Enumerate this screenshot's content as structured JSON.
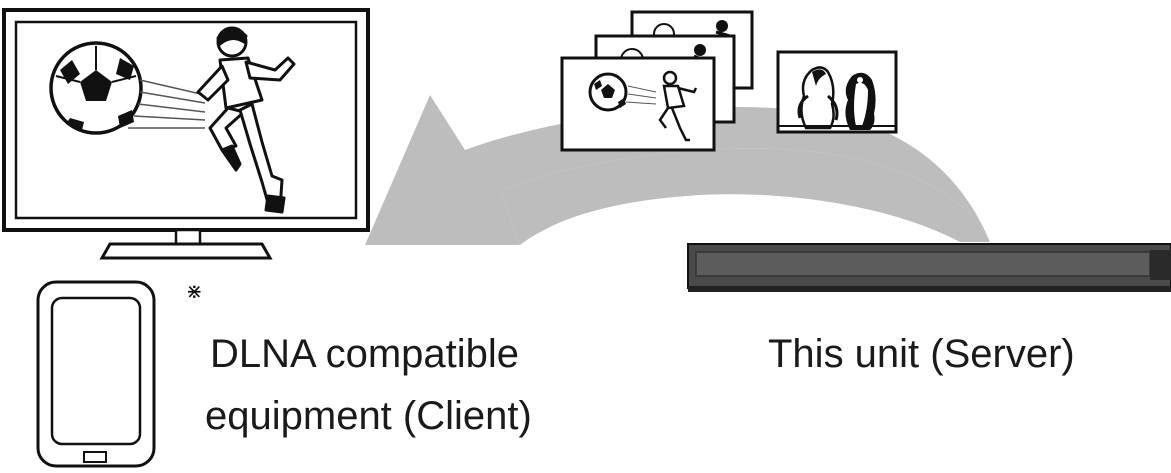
{
  "labels": {
    "client_line1": "DLNA compatible",
    "client_line2": "equipment (Client)",
    "server": "This unit (Server)",
    "footnote_mark": "⋇"
  },
  "icons": {
    "tv": "tv-icon",
    "smartphone": "smartphone-icon",
    "recorder": "recorder-icon",
    "photo_stack": "photo-stack-icon",
    "penguin_photo": "penguin-photo-icon",
    "arrow": "streaming-arrow"
  },
  "colors": {
    "arrow_fill": "#bdbdbd",
    "line": "#111111",
    "recorder_body": "#4a4a4a"
  }
}
